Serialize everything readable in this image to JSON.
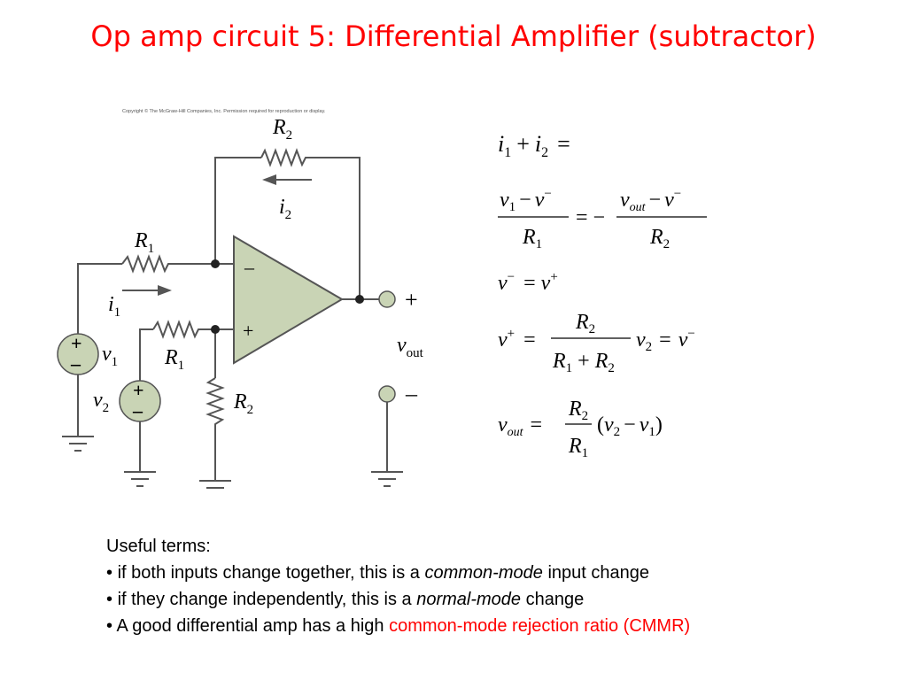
{
  "slide": {
    "title": "Op amp circuit 5: Differential Amplifier (subtractor)"
  },
  "diagram": {
    "copyright": "Copyright © The McGraw-Hill Companies, Inc. Permission required for reproduction or display.",
    "colors": {
      "opamp_fill": "#c9d4b5",
      "source_fill": "#c9d4b5",
      "wire": "#555555"
    },
    "labels": {
      "R": "R",
      "i": "i",
      "v": "v",
      "sub1": "1",
      "sub2": "2",
      "out_sub": "out",
      "plus": "+",
      "minus": "–"
    }
  },
  "equations": {
    "eq1": {
      "lhs": "i",
      "s1": "1",
      "plus": "+",
      "s2": "2",
      "eq": "="
    },
    "eq2": {
      "num1_v": "v",
      "num1_s": "1",
      "minus": "−",
      "num1_vm": "v",
      "sup_minus": "−",
      "den1": "R",
      "den1_s": "1",
      "eq": "= −",
      "num2_v": "v",
      "num2_s": "out",
      "num2_vm": "v",
      "den2": "R",
      "den2_s": "2"
    },
    "eq3": {
      "lhs": "v",
      "sup1": "−",
      "eq": "=",
      "rhs": "v",
      "sup2": "+"
    },
    "eq4": {
      "lhs": "v",
      "sup": "+",
      "eq": "=",
      "num": "R",
      "num_s": "2",
      "den_a": "R",
      "den_a_s": "1",
      "den_plus": "+",
      "den_b": "R",
      "den_b_s": "2",
      "mul": "v",
      "mul_s": "2",
      "eq2": "=",
      "rhs": "v",
      "rhs_sup": "−"
    },
    "eq5": {
      "lhs": "v",
      "lhs_s": "out",
      "eq": "=",
      "num": "R",
      "num_s": "2",
      "den": "R",
      "den_s": "1",
      "paren_open": "(",
      "a": "v",
      "a_s": "2",
      "minus": "−",
      "b": "v",
      "b_s": "1",
      "paren_close": ")"
    }
  },
  "terms": {
    "heading": "Useful terms:",
    "items": [
      {
        "bullet": "•",
        "pre": "if both inputs change together, this is a",
        "em": "common-mode",
        "post": "input change"
      },
      {
        "bullet": "•",
        "pre": "if they change independently, this is a",
        "em": "normal-mode",
        "post": "change"
      },
      {
        "bullet": "•",
        "pre": "A good differential amp has a high",
        "hl": "common-mode rejection ratio (CMMR)"
      }
    ]
  }
}
